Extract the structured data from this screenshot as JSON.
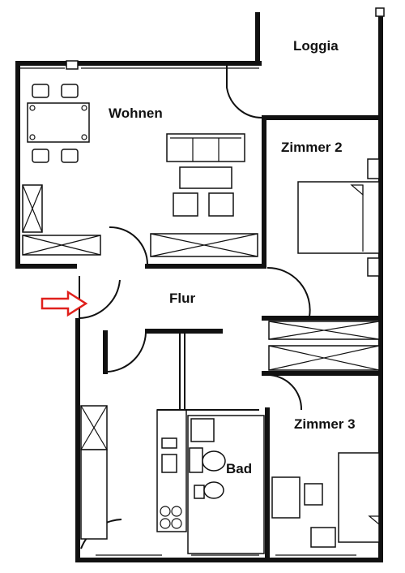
{
  "rooms": {
    "loggia": "Loggia",
    "wohnen": "Wohnen",
    "zimmer2": "Zimmer 2",
    "flur": "Flur",
    "zimmer3": "Zimmer 3",
    "bad": "Bad"
  },
  "colors": {
    "wall": "#111111",
    "entrance_arrow": "#e0201c"
  },
  "icons": {
    "entrance": "entrance-arrow-icon"
  }
}
